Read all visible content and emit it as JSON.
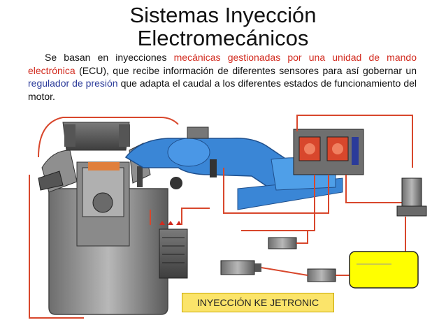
{
  "title": {
    "line1": "Sistemas Inyección",
    "line2": "Electromecánicos"
  },
  "paragraph": {
    "p1": "Se basan en inyecciones ",
    "p2_red": "mecánicas gestionadas por una unidad de mando electrónica",
    "p3": " (ECU), que recibe información de diferentes sensores para así gobernar un ",
    "p4_blue": "regulador de presión",
    "p5": " que adapta el caudal a los diferentes estados de funcionamiento del motor."
  },
  "caption": "INYECCIÓN KE JETRONIC",
  "colors": {
    "red_text": "#d22a1e",
    "blue_text": "#2b3b9a",
    "air_duct": "#3a86d6",
    "fuel_line": "#d8472c",
    "tank": "#ffff00",
    "caption_bg": "#fbe46a"
  }
}
